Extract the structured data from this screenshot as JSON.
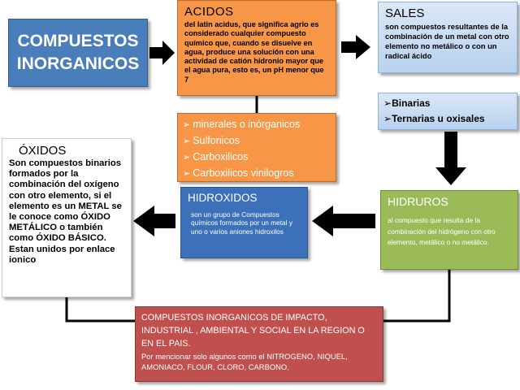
{
  "main_title": "COMPUESTOS INORGANICOS",
  "acidos": {
    "title": "ACIDOS",
    "text": "del latin acidus, que significa agrio es considerado cualquier compuesto químico que, cuando se disuelve en agua, produce una solución con una actividad de catión hidronio mayor que el agua pura, esto es, un pH menor que 7",
    "list": [
      "minerales o inórganicos",
      "Sulfonicos",
      "Carboxilicos",
      "Carboxilicos vinilogros"
    ]
  },
  "sales": {
    "title": "SALES",
    "text": "son compuestos resultantes de la combinación de un metal con otro elemento no metálico o con un radical ácido",
    "list": [
      "Binarias",
      "Ternarias u oxisales"
    ]
  },
  "oxidos": {
    "title": "ÓXIDOS",
    "text": "Son compuestos binarios formados por la combinación del oxígeno con otro elemento, si el elemento es un METAL se le conoce como ÓXIDO METÁLICO o también como ÓXIDO BÁSICO. Estan unidos por enlace ionico"
  },
  "hidroxidos": {
    "title": "HIDROXIDOS",
    "text": "son un grupo de Compuestos químicos formados por un metal y uno o varios aniones hidroxilos"
  },
  "hidruros": {
    "title": "HIDRUROS",
    "text": "al compuesto que resulta de la combinación del hidrógeno con otro elemento, metálico o no metálico."
  },
  "bottom": {
    "title": "COMPUESTOS INORGANICOS DE IMPACTO, INDUSTRIAL , AMBIENTAL Y SOCIAL EN LA REGION O EN EL PAIS.",
    "text": "Por mencionar solo algunos como el NITROGENO, NIQUEL, AMONIACO, FLOUR, CLORO, CARBONO,"
  },
  "colors": {
    "main": "#4a7ebb",
    "acidos": "#f79646",
    "sales": "#c6dbf2",
    "hidroxidos": "#3c70b8",
    "hidruros": "#9bbb59",
    "bottom": "#c0504d",
    "arrows": "#000000"
  }
}
